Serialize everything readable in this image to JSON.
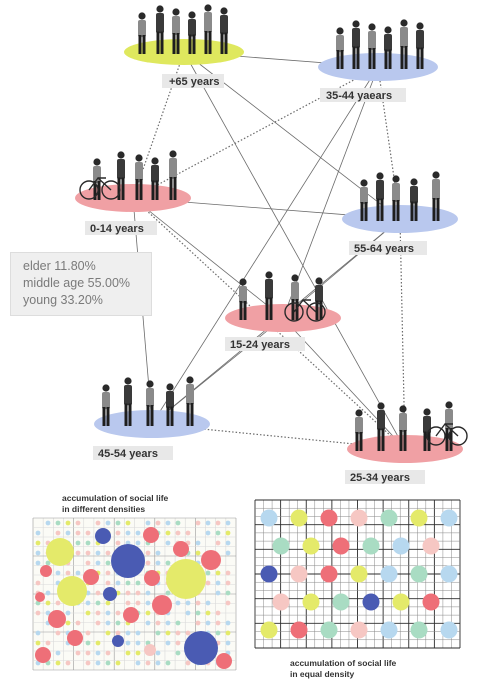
{
  "age_groups": [
    {
      "id": "g65",
      "label": "+65 years",
      "color": "#dfe85e"
    },
    {
      "id": "g35",
      "label": "35-44 yaears",
      "color": "#b9c8ee"
    },
    {
      "id": "g0",
      "label": "0-14 years",
      "color": "#f0a0a4"
    },
    {
      "id": "g55",
      "label": "55-64 years",
      "color": "#b9c8ee"
    },
    {
      "id": "g15",
      "label": "15-24 years",
      "color": "#f0a0a4"
    },
    {
      "id": "g45",
      "label": "45-54 years",
      "color": "#b9c8ee"
    },
    {
      "id": "g25",
      "label": "25-34 years",
      "color": "#f0a0a4"
    }
  ],
  "connections": [
    [
      "g65",
      "g35"
    ],
    [
      "g65",
      "g0"
    ],
    [
      "g65",
      "g55"
    ],
    [
      "g65",
      "g25"
    ],
    [
      "g35",
      "g0"
    ],
    [
      "g35",
      "g15"
    ],
    [
      "g35",
      "g45"
    ],
    [
      "g35",
      "g55"
    ],
    [
      "g0",
      "g55"
    ],
    [
      "g0",
      "g15"
    ],
    [
      "g0",
      "g25"
    ],
    [
      "g55",
      "g45"
    ],
    [
      "g55",
      "g15"
    ],
    [
      "g55",
      "g25"
    ],
    [
      "g15",
      "g45"
    ],
    [
      "g15",
      "g25"
    ],
    [
      "g45",
      "g25"
    ],
    [
      "g45",
      "g0"
    ]
  ],
  "stats": {
    "elder": "elder 11.80%",
    "middle": "middle age 55.00%",
    "young": "young 33.20%"
  },
  "captions": {
    "different_line1": "accumulation of social life",
    "different_line2": "in different densities",
    "equal_line1": "accumulation of social life",
    "equal_line2": "in equal density"
  },
  "palette": {
    "yellow": "#e4ea6a",
    "red": "#ee6f78",
    "blue": "#4a5bb3",
    "pink": "#f6c7c3",
    "lightblue": "#b7d8ef",
    "green": "#a9dcc3",
    "grid_dark": "#2b2b2b",
    "grid_light": "#d9d9d9"
  }
}
